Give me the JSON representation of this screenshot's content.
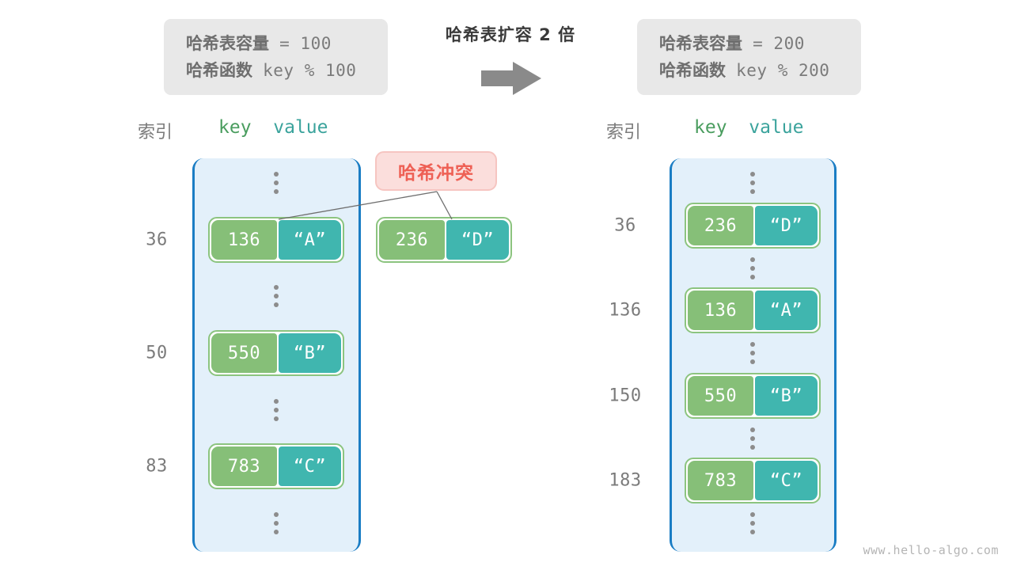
{
  "diagram": {
    "title": "哈希表扩容 2 倍",
    "watermark": "www.hello-algo.com",
    "arrow_icon": "right-arrow-icon",
    "colors": {
      "bucket_fill": "#e3f0fa",
      "bucket_border": "#1a7dc4",
      "key_cell": "#86bf78",
      "value_cell": "#40b6af",
      "pair_border": "#8cc47f",
      "badge_fill": "#fbdedc",
      "badge_text": "#ee6055",
      "info_box": "#e8e8e8",
      "muted_text": "#7b7b7b",
      "key_header": "#4a9d5f",
      "value_header": "#3ba39c"
    }
  },
  "before": {
    "info": {
      "capacity_label": "哈希表容量",
      "capacity_value": " = 100",
      "function_label": "哈希函数",
      "function_value": " key % 100"
    },
    "headers": {
      "index": "索引",
      "key": "key",
      "value": "value"
    },
    "rows": [
      {
        "type": "ellipsis",
        "index": "",
        "key": "",
        "value": ""
      },
      {
        "type": "entry",
        "index": "36",
        "key": "136",
        "value": "“A”"
      },
      {
        "type": "ellipsis",
        "index": "",
        "key": "",
        "value": ""
      },
      {
        "type": "entry",
        "index": "50",
        "key": "550",
        "value": "“B”"
      },
      {
        "type": "ellipsis",
        "index": "",
        "key": "",
        "value": ""
      },
      {
        "type": "entry",
        "index": "83",
        "key": "783",
        "value": "“C”"
      },
      {
        "type": "ellipsis",
        "index": "",
        "key": "",
        "value": ""
      }
    ],
    "collision": {
      "badge": "哈希冲突",
      "entry": {
        "key": "236",
        "value": "“D”"
      }
    }
  },
  "after": {
    "info": {
      "capacity_label": "哈希表容量",
      "capacity_value": " = 200",
      "function_label": "哈希函数",
      "function_value": " key % 200"
    },
    "headers": {
      "index": "索引",
      "key": "key",
      "value": "value"
    },
    "rows": [
      {
        "type": "ellipsis",
        "index": "",
        "key": "",
        "value": ""
      },
      {
        "type": "entry",
        "index": "36",
        "key": "236",
        "value": "“D”"
      },
      {
        "type": "ellipsis",
        "index": "",
        "key": "",
        "value": ""
      },
      {
        "type": "entry",
        "index": "136",
        "key": "136",
        "value": "“A”"
      },
      {
        "type": "ellipsis",
        "index": "",
        "key": "",
        "value": ""
      },
      {
        "type": "entry",
        "index": "150",
        "key": "550",
        "value": "“B”"
      },
      {
        "type": "ellipsis",
        "index": "",
        "key": "",
        "value": ""
      },
      {
        "type": "entry",
        "index": "183",
        "key": "783",
        "value": "“C”"
      },
      {
        "type": "ellipsis",
        "index": "",
        "key": "",
        "value": ""
      }
    ]
  }
}
